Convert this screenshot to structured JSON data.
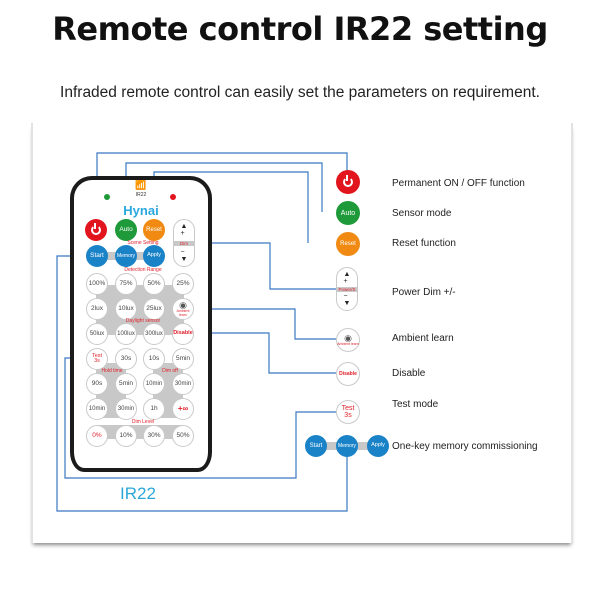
{
  "header": {
    "title": "Remote control IR22 setting",
    "subtitle": "Infraded remote control can easily set the parameters on requirement."
  },
  "remote": {
    "ir_icon": "wifi-signal-icon",
    "ir_label": "IR22",
    "brand": "Hynai",
    "model_label": "IR22",
    "led_left_color": "#1f9a3a",
    "led_right_color": "#e2141d",
    "top_row": [
      {
        "label": "",
        "icon": "power-icon",
        "color": "#e2141d"
      },
      {
        "label": "Auto",
        "color": "#1f9a3a"
      },
      {
        "label": "Reset",
        "color": "#f08a12"
      }
    ],
    "dim_control": {
      "up": "▲",
      "plus": "+",
      "label": "Dim",
      "minus": "−",
      "down": "▼"
    },
    "scene_setting_label": "Scene Setting",
    "scene_row": [
      "Start",
      "Memory",
      "Apply"
    ],
    "detection_range_label": "Detection Range",
    "detection_row": [
      "100%",
      "75%",
      "50%",
      "25%"
    ],
    "daylight_row1": [
      "2lux",
      "10lux",
      "25lux"
    ],
    "ambient_button": "Ambient learn",
    "daylight_sensor_label": "Daylight sensor",
    "daylight_row2": [
      "50lux",
      "100lux",
      "300lux"
    ],
    "disable_button": "Disable",
    "test_button": "Test 3s",
    "hold_row1": [
      "30s"
    ],
    "dimoff_row1": [
      "10s",
      "5min"
    ],
    "hold_time_label": "Hold time",
    "dim_off_label": "Dim off",
    "hold_row2": [
      "90s",
      "5min"
    ],
    "dimoff_row2": [
      "10min",
      "30min"
    ],
    "hold_row3": [
      "10min",
      "30min"
    ],
    "dimoff_row3": [
      "1h",
      "+∞"
    ],
    "dim_level_label": "Dim Level",
    "dim_level_row": [
      "0%",
      "10%",
      "30%",
      "50%"
    ]
  },
  "legend": [
    {
      "key": "power",
      "button": "",
      "icon": "power-icon",
      "description": "Permanent ON / OFF function"
    },
    {
      "key": "auto",
      "button": "Auto",
      "description": "Sensor mode"
    },
    {
      "key": "reset",
      "button": "Reset",
      "description": "Reset function"
    },
    {
      "key": "dim",
      "button": "Power Dim",
      "description": "Power Dim +/-"
    },
    {
      "key": "ambient",
      "button": "Ambient learn",
      "icon": "eye-icon",
      "description": "Ambient learn"
    },
    {
      "key": "disable",
      "button": "Disable",
      "description": "Disable"
    },
    {
      "key": "test",
      "button": "Test 3s",
      "description": "Test mode"
    },
    {
      "key": "memory",
      "buttons": [
        "Start",
        "Memory",
        "Apply"
      ],
      "description": "One-key memory commissioning"
    }
  ],
  "colors": {
    "connector": "#3a78c2",
    "accent_blue": "#1a83c8",
    "red": "#e2141d",
    "green": "#1f9a3a",
    "orange": "#f08a12",
    "label_red": "#e0202a"
  }
}
